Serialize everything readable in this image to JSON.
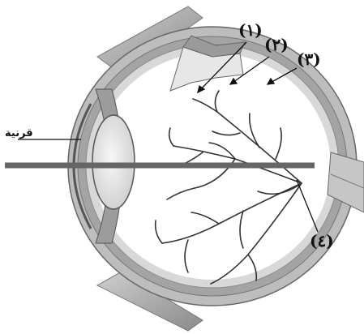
{
  "diagram": {
    "labels": {
      "cornea": "قرنية",
      "l1": "(١)",
      "l2": "(٢)",
      "l3": "(٣)",
      "l4": "(٤)"
    },
    "colors": {
      "ink": "#111111",
      "gray_dark": "#8f8f8f",
      "gray_mid": "#b9b9b9",
      "gray_light": "#dcdcdc",
      "vessel": "#3a3a3a"
    }
  }
}
